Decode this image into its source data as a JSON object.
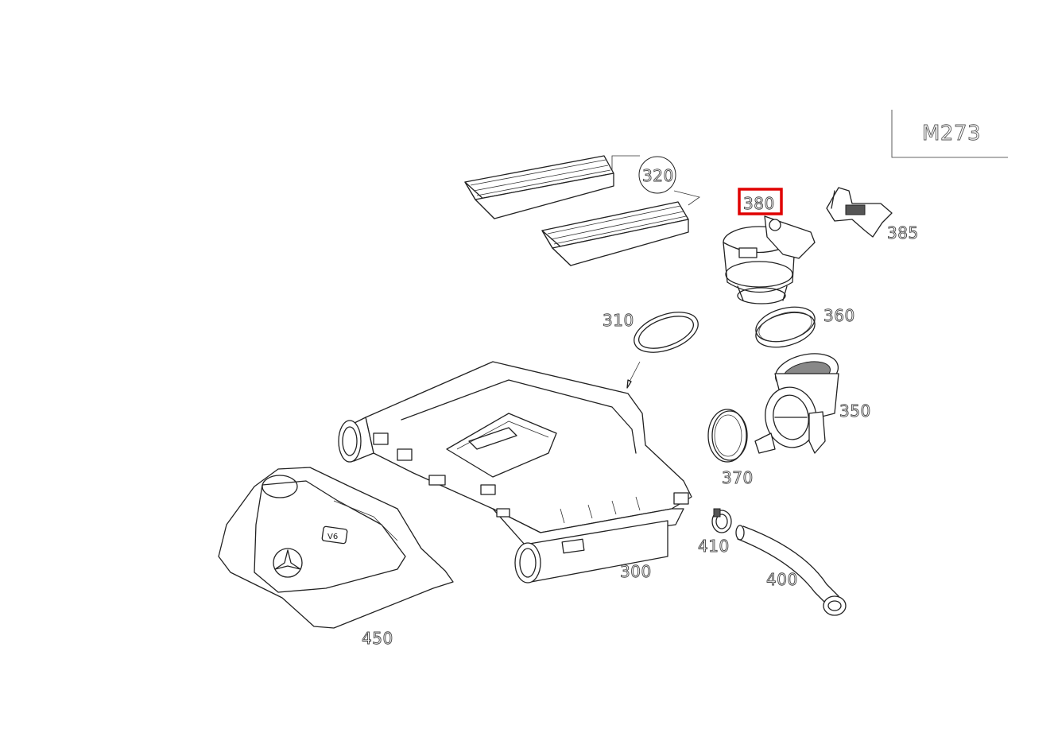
{
  "engine_code": "M273",
  "highlighted_part": "380",
  "labels": {
    "p300": "300",
    "p310": "310",
    "p320": "320",
    "p350": "350",
    "p360": "360",
    "p370": "370",
    "p380": "380",
    "p385": "385",
    "p400": "400",
    "p410": "410",
    "p450": "450"
  },
  "colors": {
    "highlight": "#e00000",
    "line": "#222222",
    "background": "#ffffff"
  }
}
